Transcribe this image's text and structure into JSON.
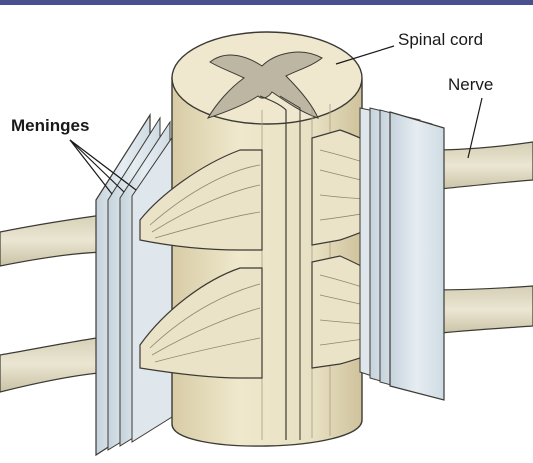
{
  "labels": {
    "spinal_cord": "Spinal cord",
    "nerve": "Nerve",
    "meninges": "Meninges"
  },
  "colors": {
    "top_bar": "#4a4f8f",
    "cord": "#ece4c6",
    "cord_shade": "#d9ceaa",
    "grey_matter": "#bfb8a4",
    "meninges": "#dde6ec",
    "meninges_edge": "#b7c5cf",
    "nerve": "#e2dcc4",
    "line": "#3c3a34"
  }
}
